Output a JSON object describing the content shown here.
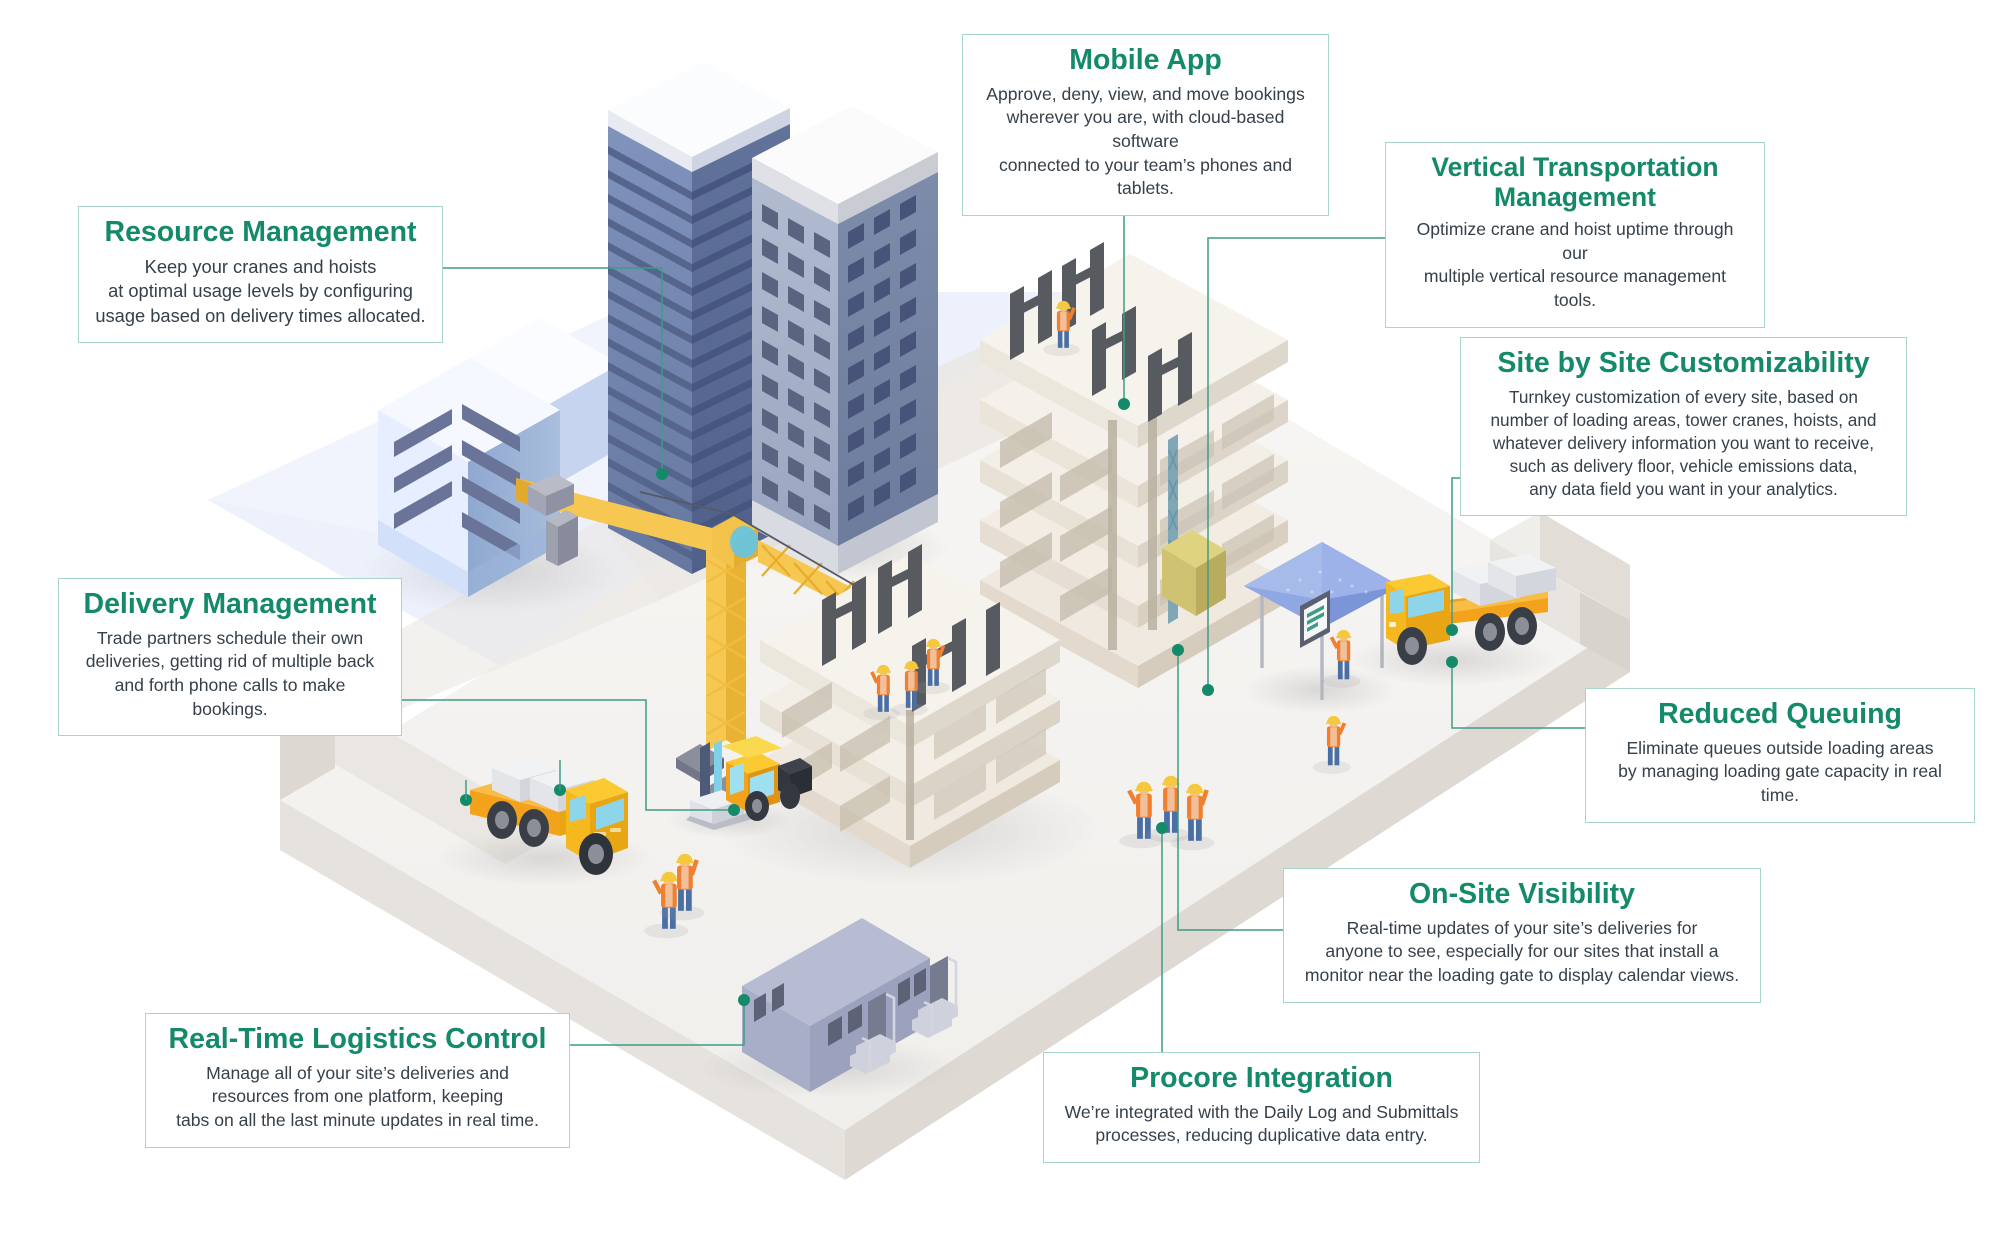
{
  "meta": {
    "accent_green": "#148a6a",
    "card_border": "#a8d5cb",
    "body_text": "#35404a",
    "connector": "#3f9c86",
    "scene_ground_top": "#f4f3f1",
    "scene_ground_side": "#e6e2dd",
    "scene_backdrop_blue": "#eaeefb",
    "crane_yellow": "#f5c243",
    "truck_orange": "#f0a81e",
    "vest_orange": "#f08030",
    "helmet_yellow": "#f5c93f",
    "jeans_blue": "#4a6fa5",
    "canopy_blue": "#7b97de",
    "hoist_box": "#cdc municipality"
  },
  "callouts": [
    {
      "id": "resource",
      "title": "Resource Management",
      "body": "Keep your cranes and hoists\nat optimal usage levels by configuring\nusage based on delivery times allocated."
    },
    {
      "id": "mobile",
      "title": "Mobile App",
      "body": "Approve, deny, view, and move bookings\nwherever you are, with cloud-based software\nconnected to your team’s phones and tablets."
    },
    {
      "id": "vertical",
      "title": "Vertical Transportation Management",
      "body": "Optimize crane and hoist uptime through our\nmultiple vertical resource management tools."
    },
    {
      "id": "sitebysite",
      "title": "Site by Site Customizability",
      "body": "Turnkey customization of every site, based on\nnumber of loading areas, tower cranes, hoists, and\nwhatever delivery information you want to receive,\nsuch as delivery floor, vehicle emissions data,\nany data field you want in your analytics."
    },
    {
      "id": "delivery",
      "title": "Delivery Management",
      "body": "Trade partners schedule their own\ndeliveries, getting rid of multiple back\nand forth phone calls to make bookings."
    },
    {
      "id": "reduced",
      "title": "Reduced Queuing",
      "body": "Eliminate queues outside loading areas\nby managing loading gate capacity in real time."
    },
    {
      "id": "onsite",
      "title": "On-Site Visibility",
      "body": "Real-time updates of your site’s deliveries for\nanyone to see, especially for our sites that install a\nmonitor near the loading gate to display calendar views."
    },
    {
      "id": "realtime",
      "title": "Real-Time Logistics Control",
      "body": "Manage all of your site’s deliveries and\nresources from one platform, keeping\ntabs on all the last minute updates in real time."
    },
    {
      "id": "procore",
      "title": "Procore Integration",
      "body": "We’re integrated with the Daily Log and Submittals\nprocesses, reducing duplicative data entry."
    }
  ],
  "scene": {
    "description": "Isometric construction site illustration on a raised ground slab",
    "elements": [
      "glass-office-building",
      "striped-skyscraper",
      "windowed-tower",
      "tower-crane",
      "forklift",
      "flatbed-delivery-truck-left",
      "flatbed-delivery-truck-right",
      "building-under-construction-low",
      "building-under-construction-tall",
      "material-hoist",
      "canopy-with-monitor",
      "site-office-trailer",
      "construction-workers"
    ]
  }
}
